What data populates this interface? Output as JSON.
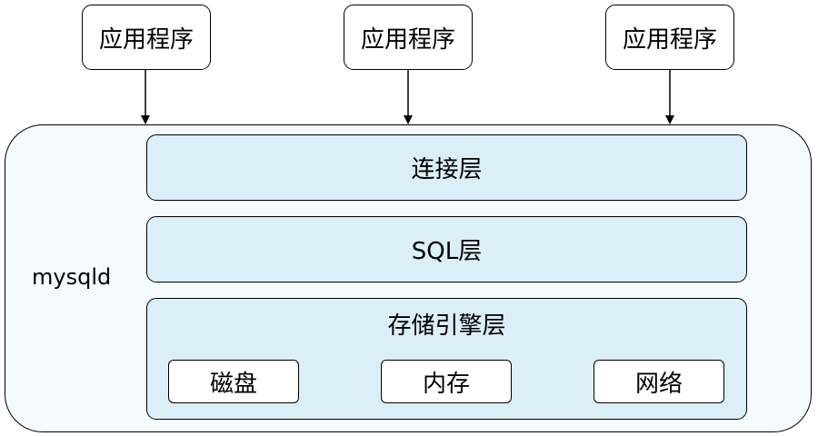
{
  "applications": [
    {
      "label": "应用程序"
    },
    {
      "label": "应用程序"
    },
    {
      "label": "应用程序"
    }
  ],
  "container": {
    "label": "mysqld",
    "layers": [
      {
        "label": "连接层"
      },
      {
        "label": "SQL层"
      },
      {
        "label": "存储引擎层",
        "components": [
          {
            "label": "磁盘"
          },
          {
            "label": "内存"
          },
          {
            "label": "网络"
          }
        ]
      }
    ]
  },
  "colors": {
    "container_fill": "#f5fafd",
    "layer_fill": "#dbeff8",
    "box_fill": "#ffffff",
    "stroke": "#000000"
  }
}
